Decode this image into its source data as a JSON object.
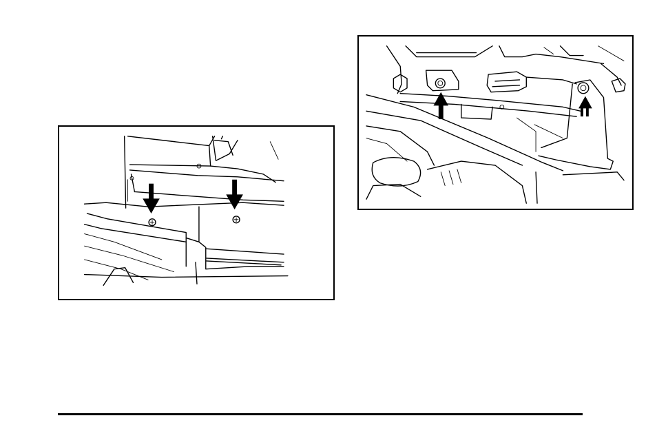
{
  "page": {
    "background": "#ffffff",
    "rule_color": "#000000"
  },
  "figures": [
    {
      "id": "fig-left",
      "content": "line-art-illustration",
      "arrow_count": 2,
      "arrow_direction": "down"
    },
    {
      "id": "fig-right",
      "content": "line-art-illustration",
      "arrow_count": 2,
      "arrow_direction": "up"
    }
  ]
}
